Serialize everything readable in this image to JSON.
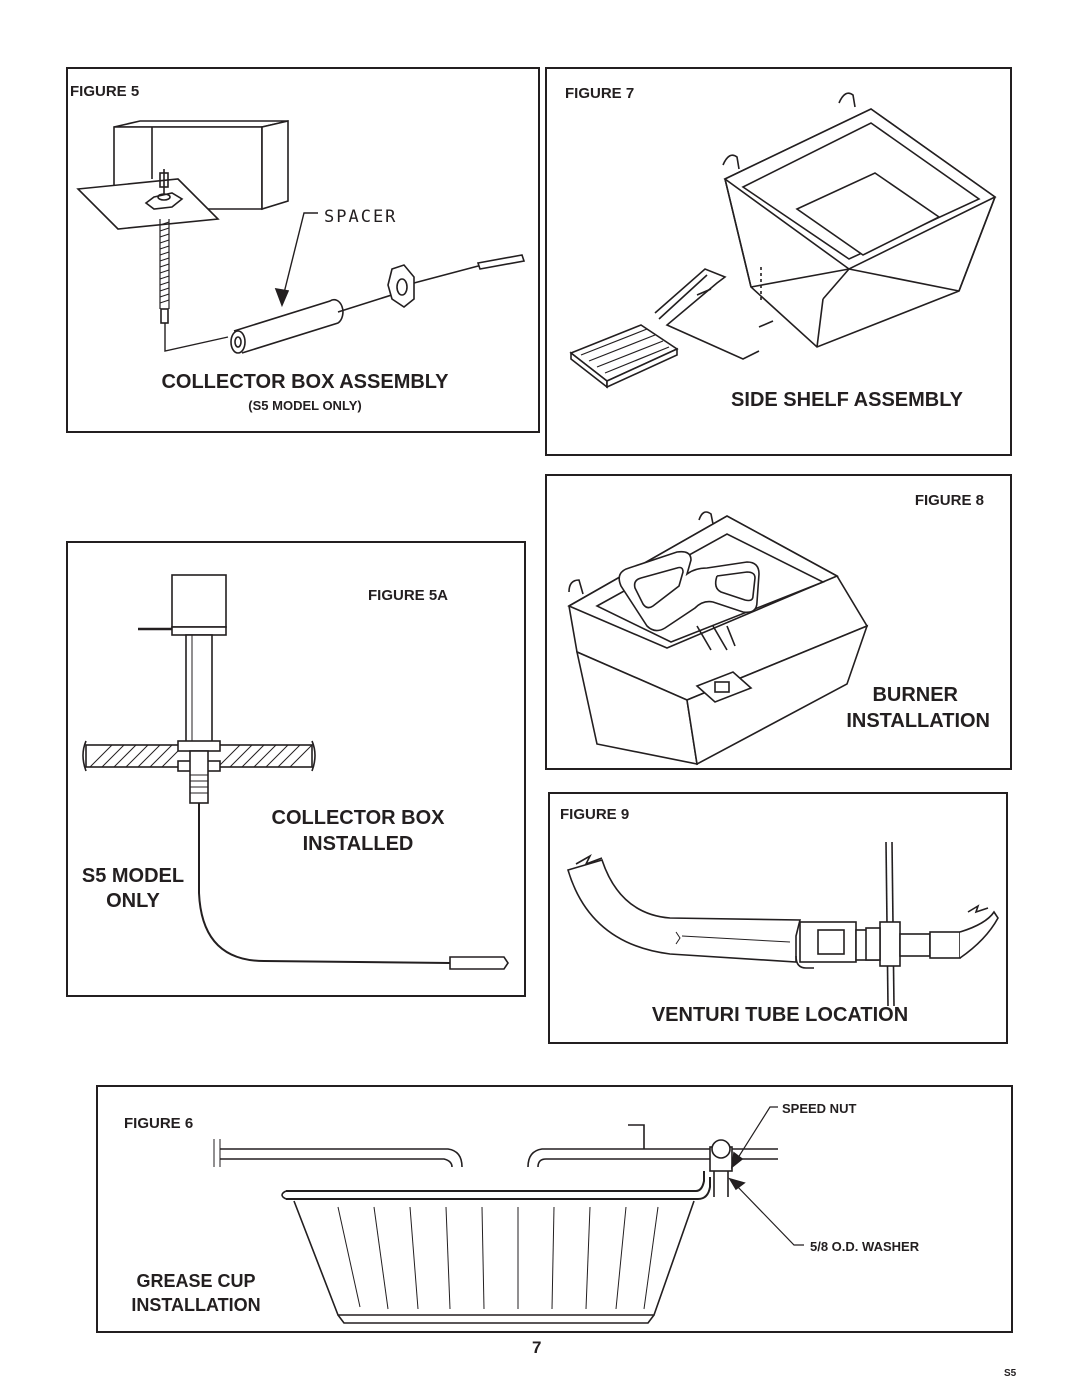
{
  "figure5": {
    "figure_label": "FIGURE 5",
    "spacer_label": "SPACER",
    "title": "COLLECTOR BOX ASSEMBLY",
    "subtitle": "(S5 MODEL ONLY)"
  },
  "figure7": {
    "figure_label": "FIGURE 7",
    "title": "SIDE SHELF ASSEMBLY"
  },
  "figure8": {
    "figure_label": "FIGURE 8",
    "title_line1": "BURNER",
    "title_line2": "INSTALLATION"
  },
  "figure5a": {
    "figure_label": "FIGURE 5A",
    "title_line1": "COLLECTOR BOX",
    "title_line2": "INSTALLED",
    "note_line1": "S5 MODEL",
    "note_line2": "ONLY"
  },
  "figure9": {
    "figure_label": "FIGURE 9",
    "title": "VENTURI TUBE LOCATION"
  },
  "figure6": {
    "figure_label": "FIGURE 6",
    "speed_nut_label": "SPEED NUT",
    "washer_label": "5/8 O.D. WASHER",
    "title_line1": "GREASE CUP",
    "title_line2": "INSTALLATION"
  },
  "footer": {
    "page_number": "7",
    "model_code": "S5"
  }
}
